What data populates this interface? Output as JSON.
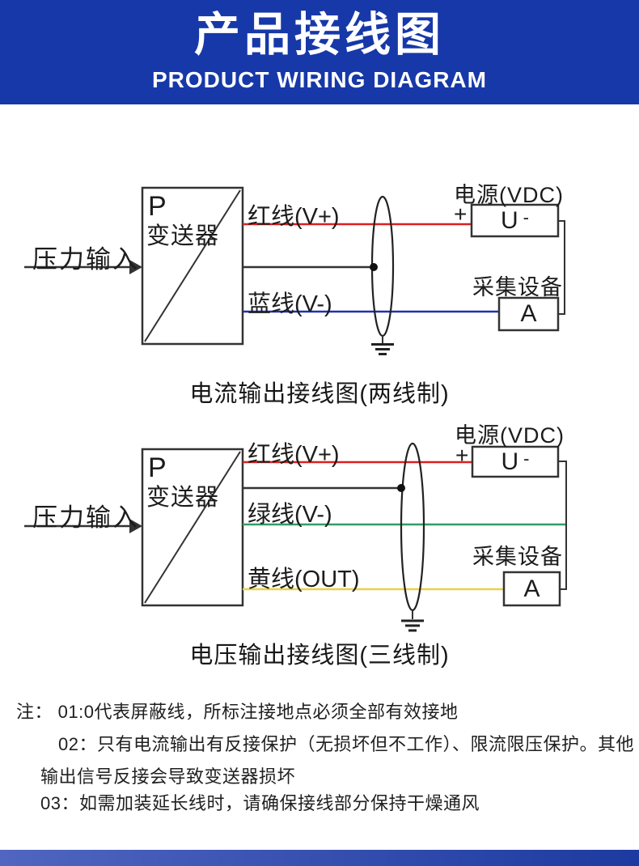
{
  "header": {
    "title": "产品接线图",
    "subtitle": "PRODUCT WIRING DIAGRAM"
  },
  "diagram1": {
    "caption": "电流输出接线图(两线制)",
    "input_label": "压力输入",
    "transmitter_letter": "P",
    "transmitter_name": "变送器",
    "wire_red_label": "红线(V+)",
    "wire_blue_label": "蓝线(V-)",
    "power_label": "电源(VDC)",
    "power_plus": "+",
    "voltmeter_letter": "U",
    "voltmeter_sup": "-",
    "collector_label": "采集设备",
    "ammeter_letter": "A"
  },
  "diagram2": {
    "caption": "电压输出接线图(三线制)",
    "input_label": "压力输入",
    "transmitter_letter": "P",
    "transmitter_name": "变送器",
    "wire_red_label": "红线(V+)",
    "wire_green_label": "绿线(V-)",
    "wire_yellow_label": "黄线(OUT)",
    "power_label": "电源(VDC)",
    "power_plus": "+",
    "voltmeter_letter": "U",
    "voltmeter_sup": "-",
    "collector_label": "采集设备",
    "ammeter_letter": "A"
  },
  "notes": {
    "prefix": "注：",
    "line1": "01:0代表屏蔽线，所标注接地点必须全部有效接地",
    "line2": "02：只有电流输出有反接保护（无损坏但不工作）、限流限压保护。其他",
    "line3": "输出信号反接会导致变送器损坏",
    "line4": "03：如需加装延长线时，请确保接线部分保持干燥通风"
  },
  "colors": {
    "header_blue": "#1738a8",
    "red_wire": "#dd1f1f",
    "blue_wire": "#2030b0",
    "green_wire": "#2f9e66",
    "yellow_wire": "#e8d24a",
    "line_black": "#333333",
    "footer_left": "#5066c0",
    "footer_right": "#1d3aa0"
  }
}
